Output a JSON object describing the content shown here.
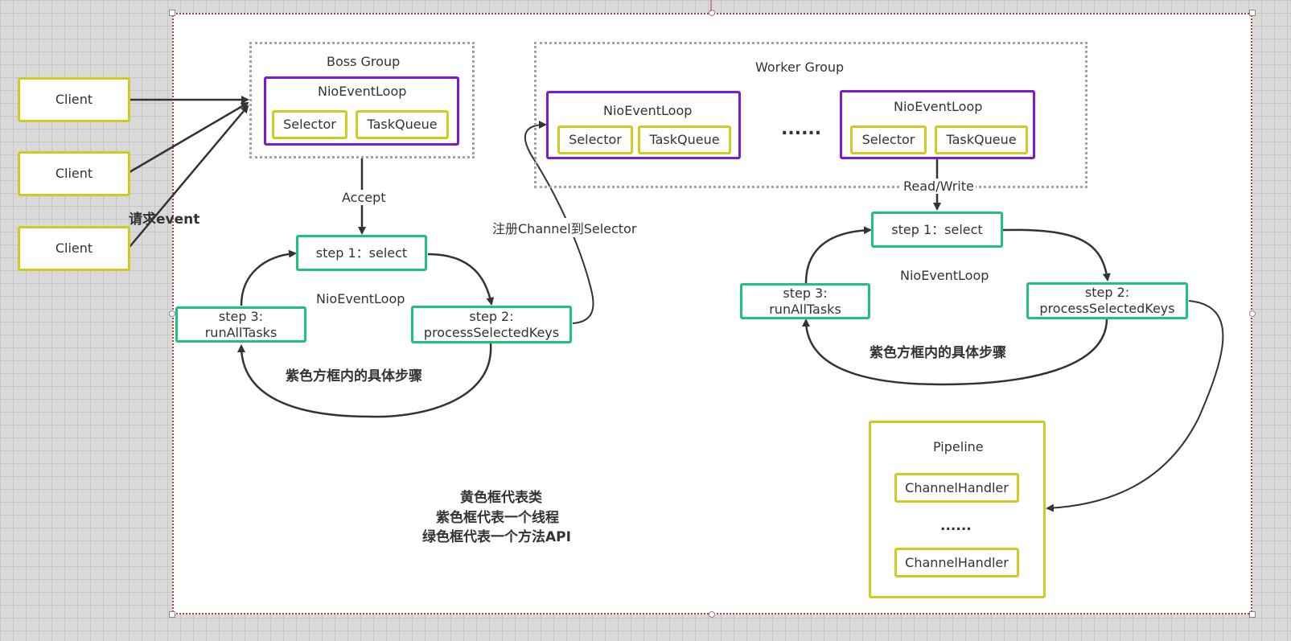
{
  "clients": [
    "Client",
    "Client",
    "Client"
  ],
  "request_label": "请求event",
  "boss": {
    "title": "Boss Group",
    "loop_title": "NioEventLoop",
    "selector": "Selector",
    "task_queue": "TaskQueue"
  },
  "accept_label": "Accept",
  "register_label": "注册Channel到Selector",
  "worker": {
    "title": "Worker Group",
    "ellipsis": "......",
    "loops": [
      {
        "title": "NioEventLoop",
        "selector": "Selector",
        "task_queue": "TaskQueue"
      },
      {
        "title": "NioEventLoop",
        "selector": "Selector",
        "task_queue": "TaskQueue"
      }
    ]
  },
  "read_write_label": "Read/Write",
  "left_cycle": {
    "step1": "step 1：select",
    "step2_line1": "step 2:",
    "step2_line2": "processSelectedKeys",
    "step3_line1": "step 3:",
    "step3_line2": "runAllTasks",
    "center": "NioEventLoop",
    "caption": "紫色方框内的具体步骤"
  },
  "right_cycle": {
    "step1": "step 1：select",
    "step2_line1": "step 2:",
    "step2_line2": "processSelectedKeys",
    "step3_line1": "step 3:",
    "step3_line2": "runAllTasks",
    "center": "NioEventLoop",
    "caption": "紫色方框内的具体步骤"
  },
  "pipeline": {
    "title": "Pipeline",
    "handlers": [
      "ChannelHandler",
      "ChannelHandler"
    ],
    "ellipsis": "......"
  },
  "legend": {
    "line1": "黄色框代表类",
    "line2": "紫色框代表一个线程",
    "line3": "绿色框代表一个方法API"
  },
  "colors": {
    "class_box": "#cfcc21",
    "thread_box": "#7b19d6",
    "method_box": "#1ec27a",
    "selection_border": "#d0302f"
  }
}
